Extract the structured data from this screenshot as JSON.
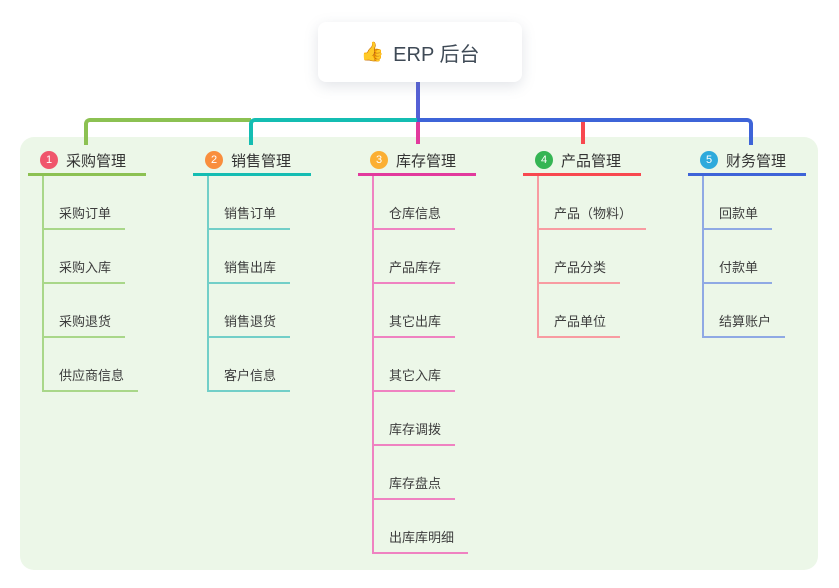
{
  "page": {
    "background": "#ffffff",
    "panel_background": "#ecf7e8"
  },
  "root": {
    "icon": "thumbs-up-icon",
    "glyph": "👍",
    "label": "ERP 后台",
    "stem_color": "#5560d6"
  },
  "branches": [
    {
      "num": "1",
      "label": "采购管理",
      "badge_color": "#f0566c",
      "line_color": "#8cc152",
      "child_line_color": "#a9d789",
      "children": [
        "采购订单",
        "采购入库",
        "采购退货",
        "供应商信息"
      ]
    },
    {
      "num": "2",
      "label": "销售管理",
      "badge_color": "#f98e3d",
      "line_color": "#14bdb2",
      "child_line_color": "#72cfc8",
      "children": [
        "销售订单",
        "销售出库",
        "销售退货",
        "客户信息"
      ]
    },
    {
      "num": "3",
      "label": "库存管理",
      "badge_color": "#fbaf33",
      "line_color": "#e23a9d",
      "child_line_color": "#ef82c1",
      "children": [
        "仓库信息",
        "产品库存",
        "其它出库",
        "其它入库",
        "库存调拨",
        "库存盘点",
        "出库库明细"
      ]
    },
    {
      "num": "4",
      "label": "产品管理",
      "badge_color": "#35b554",
      "line_color": "#f8484f",
      "child_line_color": "#f89ba1",
      "children": [
        "产品（物料）",
        "产品分类",
        "产品单位"
      ]
    },
    {
      "num": "5",
      "label": "财务管理",
      "badge_color": "#2eaadc",
      "line_color": "#3e64d8",
      "child_line_color": "#8fa9e4",
      "children": [
        "回款单",
        "付款单",
        "结算账户"
      ]
    }
  ]
}
